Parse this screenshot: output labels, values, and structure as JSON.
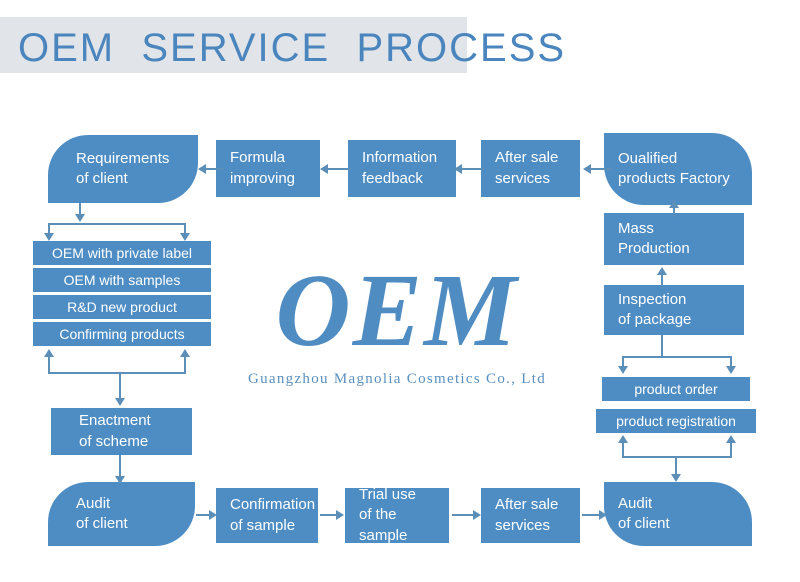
{
  "header": {
    "title": "OEM  SERVICE  PROCESS",
    "band_color": "#e1e4e8",
    "title_color": "#4a85bd"
  },
  "logo": {
    "mark": "OEM",
    "company": "Guangzhou Magnolia Cosmetics Co., Ltd"
  },
  "theme": {
    "box_fill": "#4e8dc4",
    "box_text": "#ffffff",
    "connector": "#5b8fb8",
    "background": "#ffffff"
  },
  "nodes": {
    "requirements_of_client": "Requirements\nof client",
    "formula_improving": "Formula\nimproving",
    "information_feedback": "Information\nfeedback",
    "after_sale_services_top": "After sale\nservices",
    "qualified_products_factory": "Oualified\nproducts Factory",
    "oem_with_private_label": "OEM with private label",
    "oem_with_samples": "OEM with samples",
    "rd_new_product": "R&D new product",
    "confirming_products": "Confirming products",
    "enactment_of_scheme": "Enactment\nof scheme",
    "audit_of_client_left": "Audit\nof client",
    "confirmation_of_sample": "Confirmation\nof sample",
    "trial_use_of_the_sample": "Trial use\nof the sample",
    "after_sale_services_bottom": "After sale\nservices",
    "audit_of_client_right": "Audit\nof client",
    "mass_production": "Mass\nProduction",
    "inspection_of_package": "Inspection\nof package",
    "product_order": "product order",
    "product_registration": "product registration"
  }
}
